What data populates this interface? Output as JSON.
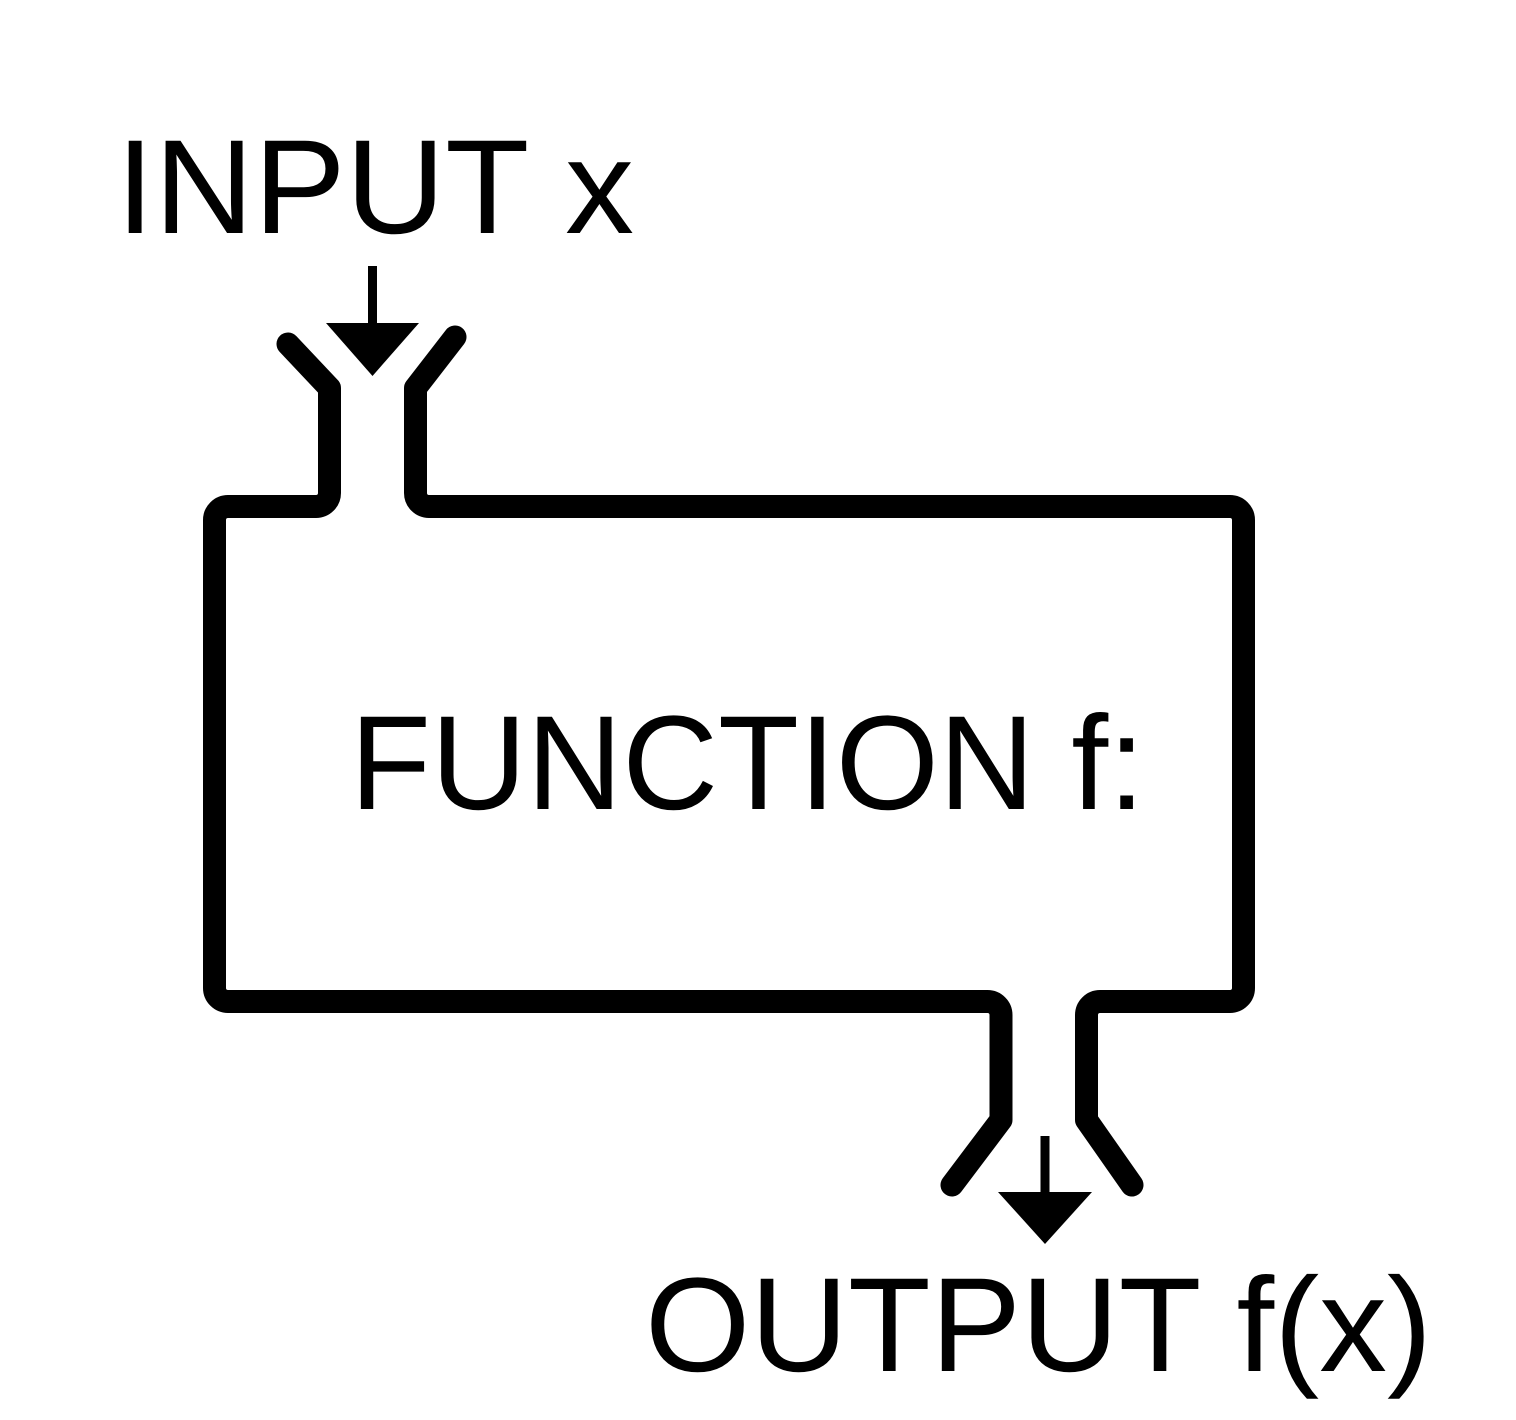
{
  "diagram": {
    "input_label": "INPUT x",
    "box_label": "FUNCTION f:",
    "output_label": "OUTPUT f(x)",
    "input_arrow_icon": "arrow-down",
    "output_arrow_icon": "arrow-down"
  },
  "colors": {
    "ink": "#000000",
    "background": "#ffffff"
  }
}
